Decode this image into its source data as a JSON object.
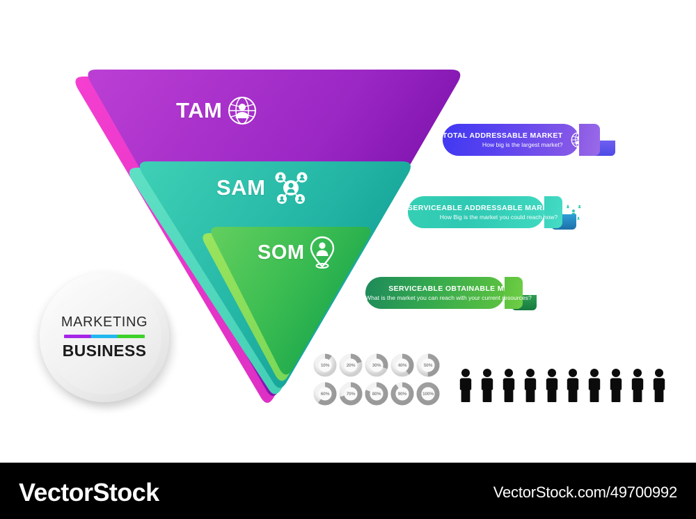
{
  "funnel": {
    "tiers": [
      {
        "abbr": "TAM",
        "icon": "globe-person-icon",
        "color": "#8a2bbf"
      },
      {
        "abbr": "SAM",
        "icon": "people-network-icon",
        "color": "#24b0a0"
      },
      {
        "abbr": "SOM",
        "icon": "location-pin-person-icon",
        "color": "#3cb44a"
      }
    ]
  },
  "banners": [
    {
      "title": "TOTAL ADDRESSABLE MARKET",
      "subtitle": "How big is the largest market?",
      "icon": "globe-person-icon",
      "color": "#4038f2"
    },
    {
      "title": "SERVICEABLE ADDRESSABLE MARKET",
      "subtitle": "How Big is the market you could reach now?",
      "icon": "people-network-icon",
      "color": "#2fc9b4"
    },
    {
      "title": "SERVICEABLE OBTAINABLE MARKET,",
      "subtitle": "What is the market you can reach with your current resources?",
      "icon": "location-pin-person-icon",
      "color": "#34a84f"
    }
  ],
  "badge": {
    "line1": "MARKETING",
    "line2": "BUSINESS",
    "bar_colors": [
      "#a626e8",
      "#23b7f0",
      "#3dd12a"
    ]
  },
  "donuts": {
    "values": [
      10,
      20,
      30,
      40,
      50,
      60,
      70,
      80,
      90,
      100
    ],
    "labels": [
      "10%",
      "20%",
      "30%",
      "40%",
      "50%",
      "60%",
      "70%",
      "80%",
      "90%",
      "100%"
    ],
    "track_color": "#e6e6e6",
    "arc_color": "#8f8f8f"
  },
  "people": {
    "count": 10,
    "icon": "person-pictogram-icon",
    "color": "#0b0b0b"
  },
  "footer": {
    "logo": "VectorStock",
    "url": "VectorStock.com/49700992",
    "background": "#000000"
  }
}
